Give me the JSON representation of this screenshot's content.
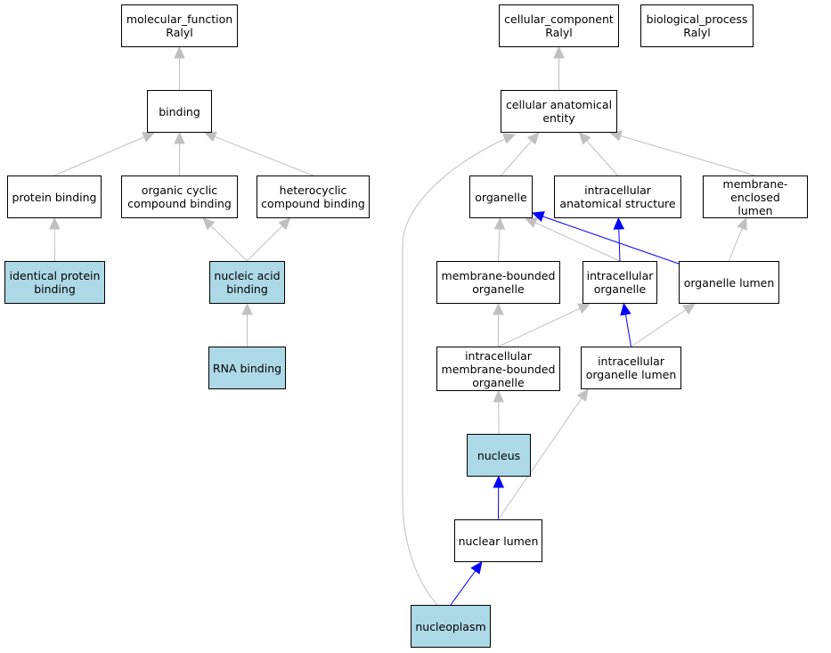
{
  "colors": {
    "default_fill": "#ffffff",
    "highlight_fill": "#add8e6",
    "edge_gray": "#c0c0c0",
    "edge_blue": "#0000ff",
    "border": "#000000"
  },
  "nodes": {
    "mf": {
      "label": "molecular_function\nRalyl",
      "highlight": false
    },
    "bind": {
      "label": "binding",
      "highlight": false
    },
    "pb": {
      "label": "protein binding",
      "highlight": false
    },
    "ocb": {
      "label": "organic cyclic\ncompound binding",
      "highlight": false
    },
    "hcb": {
      "label": "heterocyclic\ncompound binding",
      "highlight": false
    },
    "ipb": {
      "label": "identical protein\nbinding",
      "highlight": true
    },
    "nab": {
      "label": "nucleic acid\nbinding",
      "highlight": true
    },
    "rnab": {
      "label": "RNA binding",
      "highlight": true
    },
    "cc": {
      "label": "cellular_component\nRalyl",
      "highlight": false
    },
    "bp": {
      "label": "biological_process\nRalyl",
      "highlight": false
    },
    "cae": {
      "label": "cellular anatomical\nentity",
      "highlight": false
    },
    "org": {
      "label": "organelle",
      "highlight": false
    },
    "ias": {
      "label": "intracellular\nanatomical structure",
      "highlight": false
    },
    "mel": {
      "label": "membrane-enclosed\nlumen",
      "highlight": false
    },
    "mbo": {
      "label": "membrane-bounded\norganelle",
      "highlight": false
    },
    "io": {
      "label": "intracellular\norganelle",
      "highlight": false
    },
    "ol": {
      "label": "organelle lumen",
      "highlight": false
    },
    "imbo": {
      "label": "intracellular\nmembrane-bounded\norganelle",
      "highlight": false
    },
    "iol": {
      "label": "intracellular\norganelle lumen",
      "highlight": false
    },
    "nuc": {
      "label": "nucleus",
      "highlight": true
    },
    "nl": {
      "label": "nuclear lumen",
      "highlight": false
    },
    "np": {
      "label": "nucleoplasm",
      "highlight": true
    }
  },
  "edges": [
    {
      "from": "bind",
      "to": "mf",
      "type": "is_a"
    },
    {
      "from": "pb",
      "to": "bind",
      "type": "is_a"
    },
    {
      "from": "ocb",
      "to": "bind",
      "type": "is_a"
    },
    {
      "from": "hcb",
      "to": "bind",
      "type": "is_a"
    },
    {
      "from": "ipb",
      "to": "pb",
      "type": "is_a"
    },
    {
      "from": "nab",
      "to": "ocb",
      "type": "is_a"
    },
    {
      "from": "nab",
      "to": "hcb",
      "type": "is_a"
    },
    {
      "from": "rnab",
      "to": "nab",
      "type": "is_a"
    },
    {
      "from": "cae",
      "to": "cc",
      "type": "is_a"
    },
    {
      "from": "org",
      "to": "cae",
      "type": "is_a"
    },
    {
      "from": "ias",
      "to": "cae",
      "type": "is_a"
    },
    {
      "from": "mel",
      "to": "cae",
      "type": "is_a"
    },
    {
      "from": "np",
      "to": "cae",
      "type": "is_a"
    },
    {
      "from": "mbo",
      "to": "org",
      "type": "is_a"
    },
    {
      "from": "io",
      "to": "org",
      "type": "is_a"
    },
    {
      "from": "ol",
      "to": "org",
      "type": "part_of"
    },
    {
      "from": "io",
      "to": "ias",
      "type": "part_of"
    },
    {
      "from": "ol",
      "to": "mel",
      "type": "is_a"
    },
    {
      "from": "imbo",
      "to": "mbo",
      "type": "is_a"
    },
    {
      "from": "imbo",
      "to": "io",
      "type": "is_a"
    },
    {
      "from": "iol",
      "to": "io",
      "type": "part_of"
    },
    {
      "from": "iol",
      "to": "ol",
      "type": "is_a"
    },
    {
      "from": "nuc",
      "to": "imbo",
      "type": "is_a"
    },
    {
      "from": "nl",
      "to": "nuc",
      "type": "part_of"
    },
    {
      "from": "nl",
      "to": "iol",
      "type": "is_a"
    },
    {
      "from": "np",
      "to": "nl",
      "type": "part_of"
    }
  ]
}
